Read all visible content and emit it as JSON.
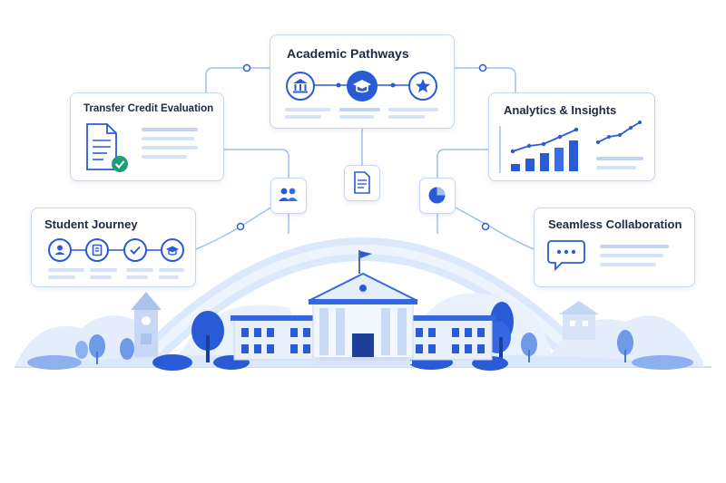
{
  "cards": {
    "academic_pathways": "Academic Pathways",
    "transfer_credit": "Transfer Credit Evaluation",
    "analytics": "Analytics & Insights",
    "student_journey": "Student Journey",
    "collaboration": "Seamless Collaboration"
  },
  "colors": {
    "accent": "#2a5bd7",
    "light": "#dce8fb",
    "mid": "#9ec0f2"
  },
  "icons": [
    "bank-icon",
    "graduation-cap-icon",
    "star-icon",
    "document-check-icon",
    "bar-chart-icon",
    "line-chart-icon",
    "user-icon",
    "id-card-icon",
    "checkmark-icon",
    "chat-icon",
    "people-icon",
    "document-icon",
    "pie-chart-icon",
    "university-building-icon",
    "flag-icon",
    "tree-icon"
  ]
}
